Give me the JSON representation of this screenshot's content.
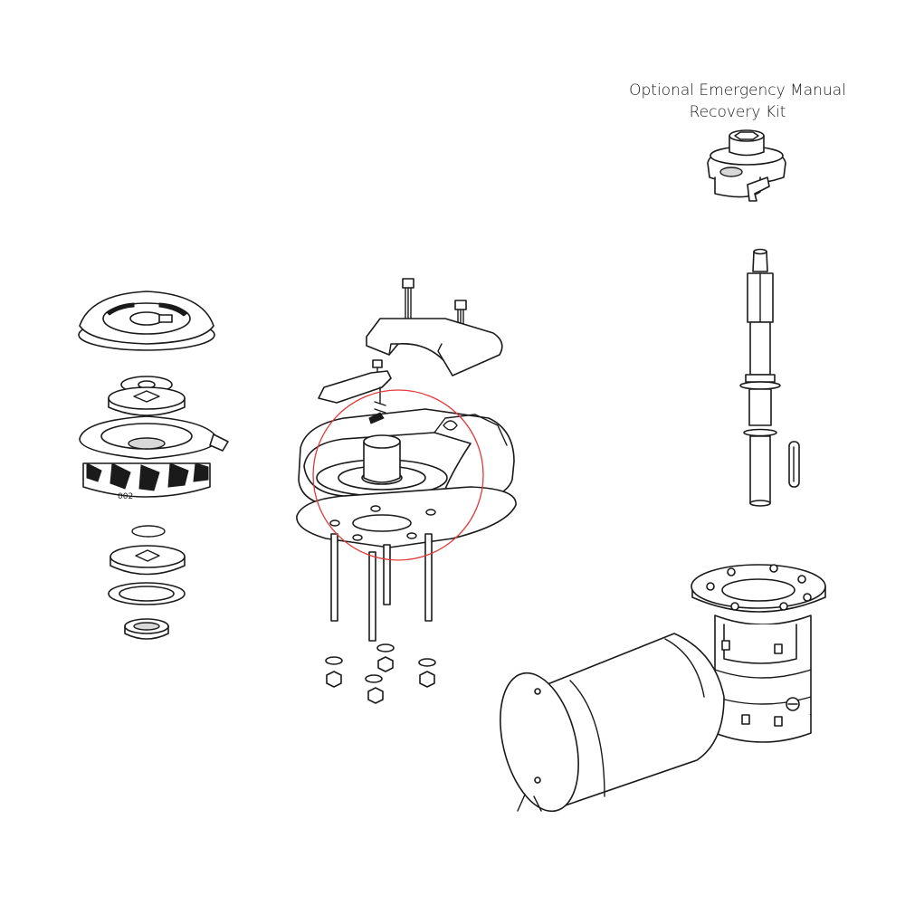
{
  "diagram": {
    "kit_label_line1": "Optional Emergency Manual",
    "kit_label_line2": "Recovery Kit",
    "highlight_color": "#e03a3a",
    "line_color": "#1a1a1a",
    "gypsy_marking": "002"
  }
}
